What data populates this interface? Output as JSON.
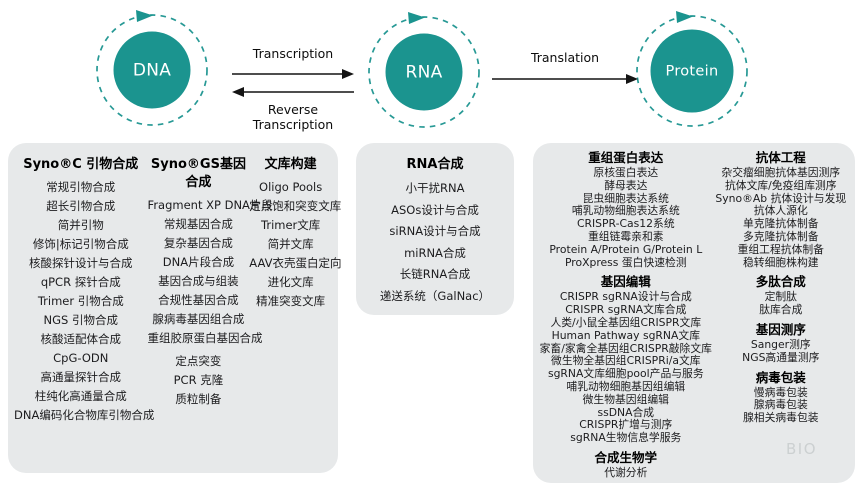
{
  "diagram": {
    "nodes": [
      {
        "id": "dna",
        "label": "DNA"
      },
      {
        "id": "rna",
        "label": "RNA"
      },
      {
        "id": "protein",
        "label": "Protein"
      }
    ],
    "labels": {
      "transcription": "Transcription",
      "reverse_transcription": "Reverse Transcription",
      "translation": "Translation"
    }
  },
  "colors": {
    "accent_teal": "#1b948f",
    "panel_background": "#e7e9ea"
  },
  "panels": [
    {
      "name": "dna-services",
      "columns": [
        {
          "sections": [
            {
              "title": "Syno®C 引物合成",
              "items": [
                "常规引物合成",
                "超长引物合成",
                "简并引物",
                "修饰|标记引物合成",
                "核酸探针设计与合成",
                "qPCR 探针合成",
                "Trimer 引物合成",
                "NGS 引物合成",
                "核酸适配体合成",
                "CpG-ODN",
                "高通量探针合成",
                "柱纯化高通量合成",
                "DNA编码化合物库引物合成"
              ]
            }
          ]
        },
        {
          "sections": [
            {
              "title": "Syno®GS基因合成",
              "items": [
                "Fragment XP DNA片段",
                "常规基因合成",
                "复杂基因合成",
                "DNA片段合成",
                "基因合成与组装",
                "合规性基因合成",
                "腺病毒基因组合成",
                "重组胶原蛋白基因合成"
              ]
            },
            {
              "title": "",
              "items": [
                "定点突变",
                "PCR 克隆",
                "质粒制备"
              ]
            }
          ]
        },
        {
          "sections": [
            {
              "title": "文库构建",
              "items": [
                "Oligo Pools",
                "定点饱和突变文库",
                "Trimer文库",
                "简并文库",
                "AAV衣壳蛋白定向",
                "进化文库",
                "精准突变文库"
              ]
            }
          ]
        }
      ]
    },
    {
      "name": "rna-services",
      "columns": [
        {
          "sections": [
            {
              "title": "RNA合成",
              "items": [
                "小干扰RNA",
                "ASOs设计与合成",
                "siRNA设计与合成",
                "miRNA合成",
                "长链RNA合成",
                "递送系统（GalNac）"
              ]
            }
          ]
        }
      ]
    },
    {
      "name": "protein-services",
      "columns": [
        {
          "sections": [
            {
              "title": "重组蛋白表达",
              "items": [
                "原核蛋白表达",
                "酵母表达",
                "昆虫细胞表达系统",
                "哺乳动物细胞表达系统",
                "CRISPR-Cas12系统",
                "重组链霉亲和素",
                "Protein A/Protein G/Protein L",
                "ProXpress 蛋白快速检测"
              ]
            },
            {
              "title": "基因编辑",
              "items": [
                "CRISPR sgRNA设计与合成",
                "CRISPR sgRNA文库合成",
                "人类/小鼠全基因组CRISPR文库",
                "Human Pathway sgRNA文库",
                "家畜/家禽全基因组CRISPR敲除文库",
                "微生物全基因组CRISPRi/a文库",
                "sgRNA文库细胞pool产品与服务",
                "哺乳动物细胞基因组编辑",
                "微生物基因组编辑",
                "ssDNA合成",
                "CRISPR扩增与测序",
                "sgRNA生物信息学服务"
              ]
            },
            {
              "title": "合成生物学",
              "items": [
                "代谢分析"
              ]
            }
          ]
        },
        {
          "sections": [
            {
              "title": "抗体工程",
              "items": [
                "杂交瘤细胞抗体基因测序",
                "抗体文库/免疫组库测序",
                "Syno®Ab 抗体设计与发现",
                "抗体人源化",
                "单克隆抗体制备",
                "多克隆抗体制备",
                "重组工程抗体制备",
                "稳转细胞株构建"
              ]
            },
            {
              "title": "多肽合成",
              "items": [
                "定制肽",
                "肽库合成"
              ]
            },
            {
              "title": "基因测序",
              "items": [
                "Sanger测序",
                "NGS高通量测序"
              ]
            },
            {
              "title": "病毒包装",
              "items": [
                "慢病毒包装",
                "腺病毒包装",
                "腺相关病毒包装"
              ]
            }
          ]
        }
      ]
    }
  ],
  "watermark": "BIO"
}
